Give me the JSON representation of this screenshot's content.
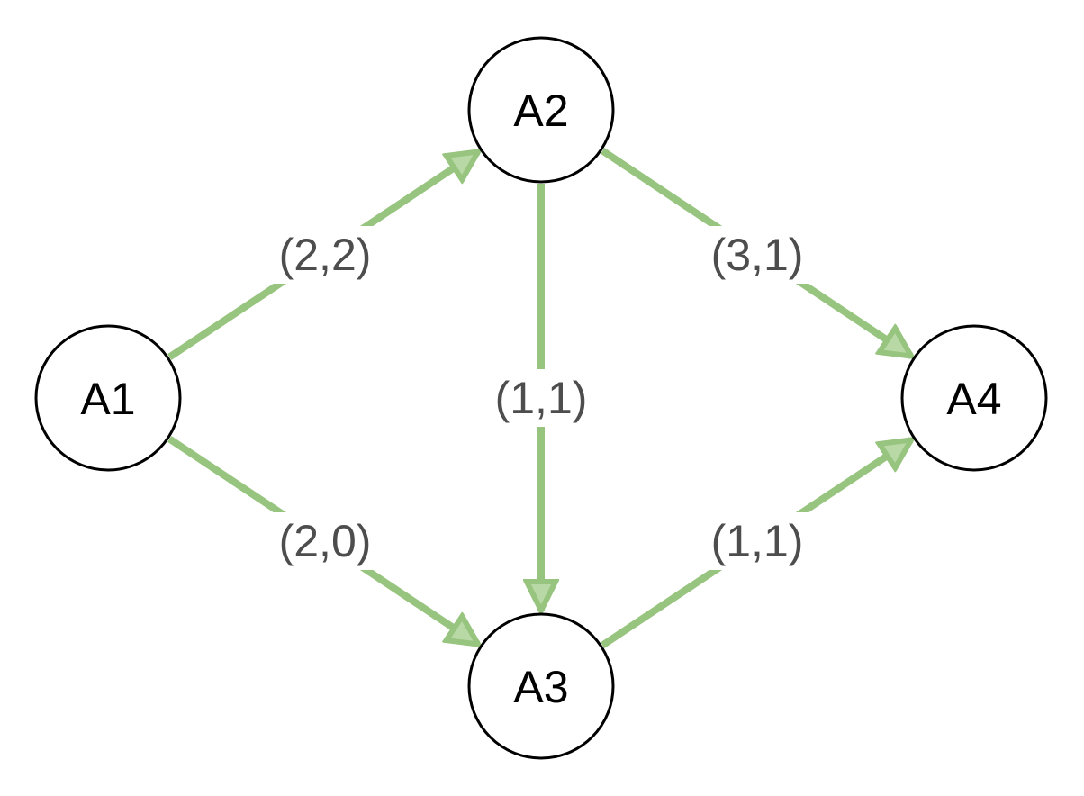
{
  "colors": {
    "edge": "#97c47e",
    "edge_label": "#4d4d4d",
    "node_stroke": "#000000",
    "node_fill": "#ffffff"
  },
  "nodes": [
    {
      "id": "A1",
      "label": "A1"
    },
    {
      "id": "A2",
      "label": "A2"
    },
    {
      "id": "A3",
      "label": "A3"
    },
    {
      "id": "A4",
      "label": "A4"
    }
  ],
  "edges": [
    {
      "from": "A1",
      "to": "A2",
      "label": "(2,2)"
    },
    {
      "from": "A1",
      "to": "A3",
      "label": "(2,0)"
    },
    {
      "from": "A2",
      "to": "A3",
      "label": "(1,1)"
    },
    {
      "from": "A2",
      "to": "A4",
      "label": "(3,1)"
    },
    {
      "from": "A3",
      "to": "A4",
      "label": "(1,1)"
    }
  ]
}
